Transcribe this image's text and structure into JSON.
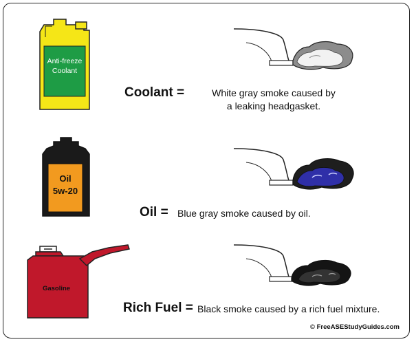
{
  "rows": [
    {
      "container_label_lines": [
        "Anti-freeze",
        "Coolant"
      ],
      "title": "Coolant =",
      "description_lines": [
        "White gray smoke caused by",
        "a leaking headgasket."
      ],
      "container_color": "#f5e617",
      "label_color": "#1e9c45",
      "smoke_color": "#f2f2f2",
      "container_icon": "antifreeze-jug-icon"
    },
    {
      "container_label_lines": [
        "Oil",
        "5w-20"
      ],
      "title": "Oil =",
      "description_lines": [
        "Blue gray smoke caused by oil."
      ],
      "container_color": "#1a1a1a",
      "label_color": "#f29a1f",
      "smoke_color": "#2f2fa8",
      "container_icon": "oil-bottle-icon"
    },
    {
      "container_label_lines": [
        "Gasoline"
      ],
      "title": "Rich Fuel =",
      "description_lines": [
        "Black smoke caused by a rich fuel mixture."
      ],
      "container_color": "#c0182b",
      "label_color": "#c0182b",
      "smoke_color": "#333333",
      "container_icon": "gas-can-icon"
    }
  ],
  "credit": "© FreeASEStudyGuides.com"
}
